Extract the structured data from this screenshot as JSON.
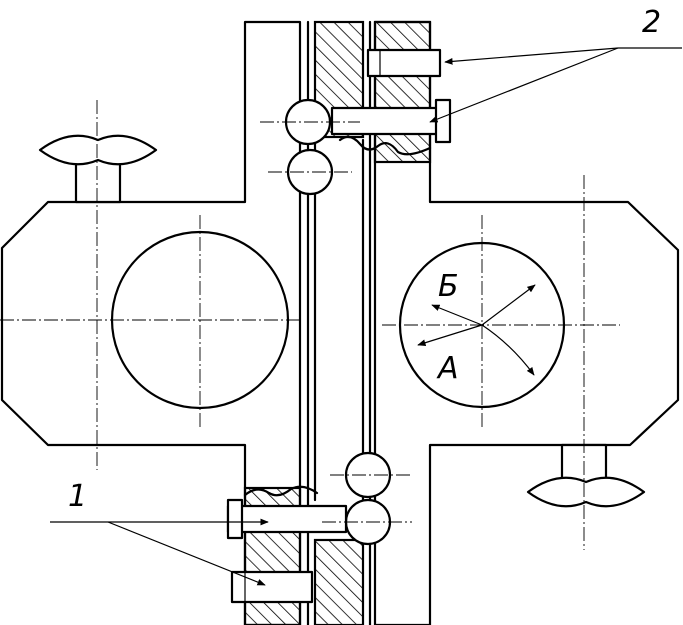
{
  "labels": {
    "callout_1": "1",
    "callout_2": "2",
    "direction_a": "А",
    "direction_b": "Б"
  },
  "colors": {
    "ink": "#000000",
    "paper": "#ffffff"
  }
}
